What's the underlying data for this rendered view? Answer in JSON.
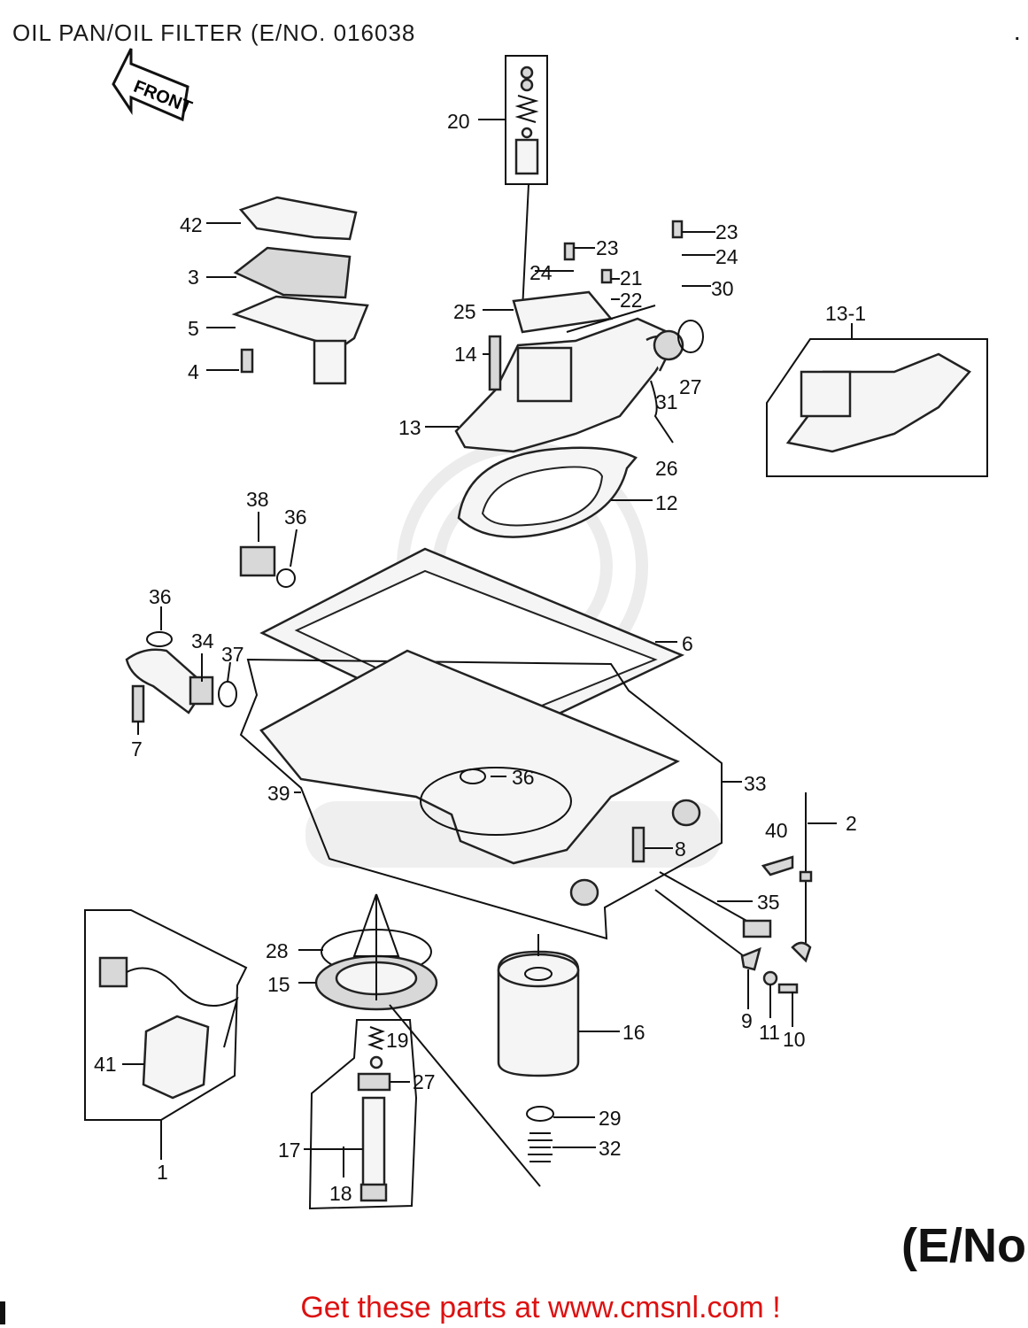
{
  "title": "OIL PAN/OIL FILTER (E/NO. 016038",
  "front_label": "FRONT",
  "en_badge": "(E/No",
  "footer": "Get these parts at www.cmsnl.com !",
  "callouts": [
    {
      "id": "c20",
      "text": "20"
    },
    {
      "id": "c42",
      "text": "42"
    },
    {
      "id": "c3",
      "text": "3"
    },
    {
      "id": "c5",
      "text": "5"
    },
    {
      "id": "c4",
      "text": "4"
    },
    {
      "id": "c23a",
      "text": "23"
    },
    {
      "id": "c23b",
      "text": "23"
    },
    {
      "id": "c24a",
      "text": "24"
    },
    {
      "id": "c24b",
      "text": "24"
    },
    {
      "id": "c21",
      "text": "21"
    },
    {
      "id": "c22",
      "text": "22"
    },
    {
      "id": "c30",
      "text": "30"
    },
    {
      "id": "c25",
      "text": "25"
    },
    {
      "id": "c14",
      "text": "14"
    },
    {
      "id": "c31",
      "text": "31"
    },
    {
      "id": "c27a",
      "text": "27"
    },
    {
      "id": "c13",
      "text": "13"
    },
    {
      "id": "c26",
      "text": "26"
    },
    {
      "id": "c13-1",
      "text": "13-1"
    },
    {
      "id": "c12",
      "text": "12"
    },
    {
      "id": "c38",
      "text": "38"
    },
    {
      "id": "c36a",
      "text": "36"
    },
    {
      "id": "c36b",
      "text": "36"
    },
    {
      "id": "c34",
      "text": "34"
    },
    {
      "id": "c37",
      "text": "37"
    },
    {
      "id": "c6",
      "text": "6"
    },
    {
      "id": "c7",
      "text": "7"
    },
    {
      "id": "c36c",
      "text": "36"
    },
    {
      "id": "c33",
      "text": "33"
    },
    {
      "id": "c39",
      "text": "39"
    },
    {
      "id": "c40",
      "text": "40"
    },
    {
      "id": "c2",
      "text": "2"
    },
    {
      "id": "c8",
      "text": "8"
    },
    {
      "id": "c35",
      "text": "35"
    },
    {
      "id": "c28",
      "text": "28"
    },
    {
      "id": "c15",
      "text": "15"
    },
    {
      "id": "c16",
      "text": "16"
    },
    {
      "id": "c9",
      "text": "9"
    },
    {
      "id": "c11",
      "text": "11"
    },
    {
      "id": "c10",
      "text": "10"
    },
    {
      "id": "c19",
      "text": "19"
    },
    {
      "id": "c27b",
      "text": "27"
    },
    {
      "id": "c41",
      "text": "41"
    },
    {
      "id": "c29",
      "text": "29"
    },
    {
      "id": "c17",
      "text": "17"
    },
    {
      "id": "c32",
      "text": "32"
    },
    {
      "id": "c18",
      "text": "18"
    },
    {
      "id": "c1",
      "text": "1"
    }
  ]
}
